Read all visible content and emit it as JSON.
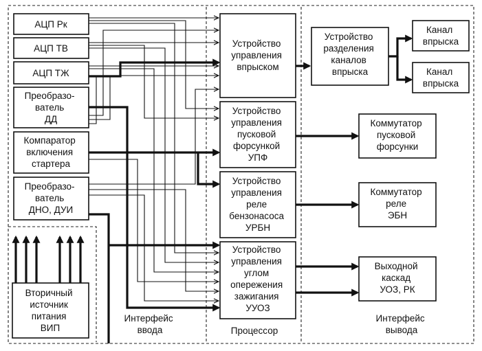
{
  "blocks": {
    "adc_rk": [
      "АЦП Рк"
    ],
    "adc_tv": [
      "АЦП ТВ"
    ],
    "adc_tzh": [
      "АЦП ТЖ"
    ],
    "conv_dd": [
      "Преобразо-",
      "ватель",
      "ДД"
    ],
    "starter_comp": [
      "Компаратор",
      "включения",
      "стартера"
    ],
    "conv_dno": [
      "Преобразо-",
      "ватель",
      "ДНО, ДУИ"
    ],
    "power_source": [
      "Вторичный",
      "источник",
      "питания",
      "ВИП"
    ],
    "inj_ctrl": [
      "Устройство",
      "управления",
      "впрыском"
    ],
    "start_inj_ctrl": [
      "Устройство",
      "управления",
      "пусковой",
      "форсункой",
      "УПФ"
    ],
    "pump_relay_ctrl": [
      "Устройство",
      "управления",
      "реле",
      "бензонасоса",
      "УРБН"
    ],
    "ignition_ctrl": [
      "Устройство",
      "управления",
      "углом",
      "опережения",
      "зажигания",
      "УУОЗ"
    ],
    "separator": [
      "Устройство",
      "разделения",
      "каналов",
      "впрыска"
    ],
    "channel_1": [
      "Канал",
      "впрыска"
    ],
    "channel_2": [
      "Канал",
      "впрыска"
    ],
    "start_inj_switch": [
      "Коммутатор",
      "пусковой",
      "форсунки"
    ],
    "pump_relay_switch": [
      "Коммутатор",
      "реле",
      "ЭБН"
    ],
    "output_stage": [
      "Выходной",
      "каскад",
      "УОЗ, РК"
    ]
  },
  "regions": {
    "input": [
      "Интерфейс",
      "ввода"
    ],
    "processor": [
      "Процессор"
    ],
    "output": [
      "Интерфейс",
      "вывода"
    ]
  }
}
